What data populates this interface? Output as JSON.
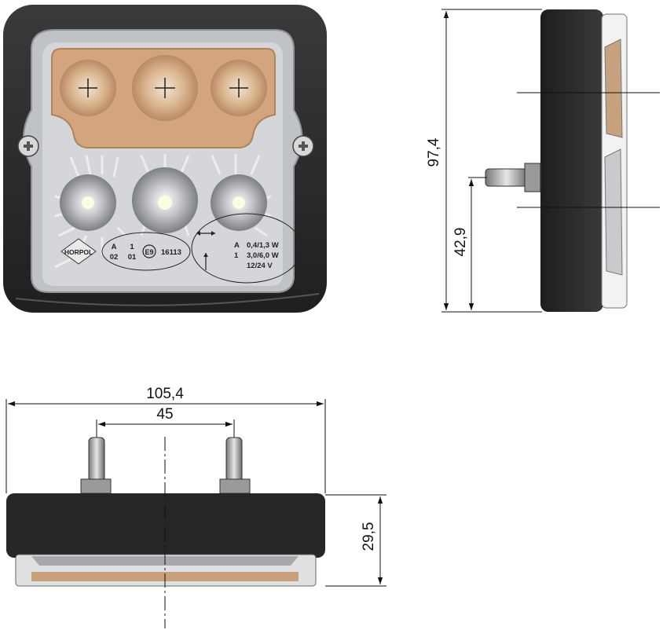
{
  "dimensions": {
    "height_total": "97,4",
    "height_bolt": "42,9",
    "width_total": "105,4",
    "bolt_spacing": "45",
    "depth": "29,5"
  },
  "markings": {
    "brand": "HORPOL",
    "code_top_left": "A",
    "code_top_right": "1",
    "code_bottom_left": "02",
    "code_bottom_right": "01",
    "approval_mark": "E9",
    "approval_number": "16113",
    "spec_a_code": "A",
    "spec_a_value": "0,4/1,3 W",
    "spec_1_code": "1",
    "spec_1_value": "3,0/6,0 W",
    "voltage": "12/24 V"
  },
  "colors": {
    "housing": "#2b2b2b",
    "amber_lens": "#d2a57e",
    "clear_lens": "#d9dadc"
  }
}
